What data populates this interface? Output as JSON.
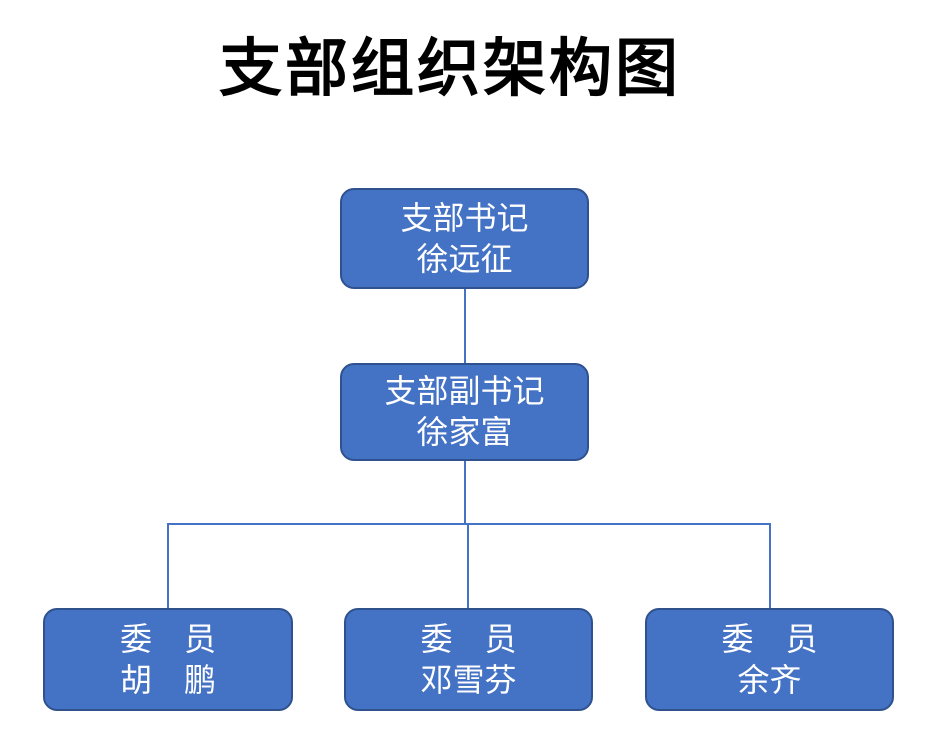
{
  "title": "支部组织架构图",
  "colors": {
    "node_fill": "#4472C4",
    "node_border": "#2F528F",
    "connector": "#4472C4",
    "node_text": "#FFFFFF",
    "title_color": "#000000"
  },
  "nodes": {
    "secretary": {
      "role": "支部书记",
      "name": "徐远征"
    },
    "deputy": {
      "role": "支部副书记",
      "name": "徐家富"
    },
    "members": [
      {
        "role": "委　员",
        "name": "胡　鹏"
      },
      {
        "role": "委　员",
        "name": "邓雪芬"
      },
      {
        "role": "委　员",
        "name": "余齐"
      }
    ]
  }
}
